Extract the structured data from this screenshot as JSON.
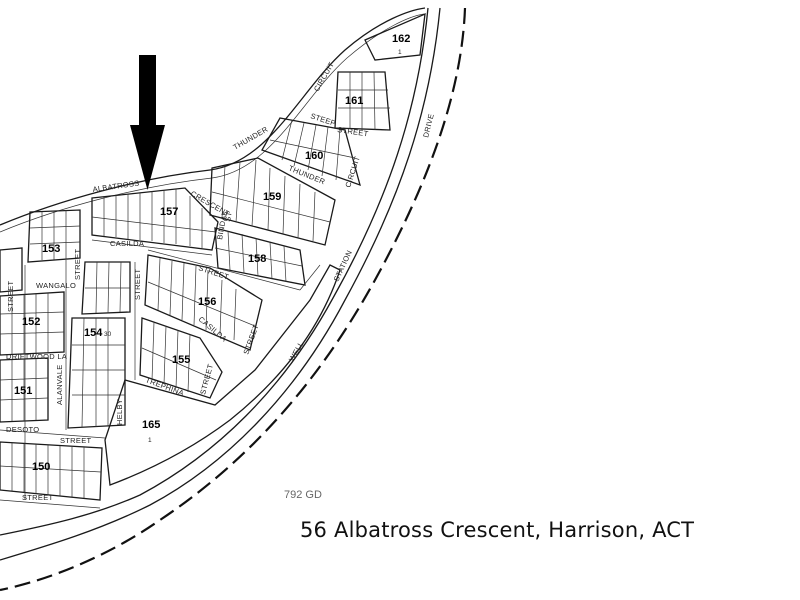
{
  "caption": "56 Albatross Crescent, Harrison, ACT",
  "section_code": "792 GD",
  "streets": {
    "albatross": "ALBATROSS",
    "crescent": "CRESCENT",
    "casilda": "CASILDA",
    "casilda2": "CASILDA",
    "thunder": "THUNDER",
    "thunder2": "THUNDER",
    "circuit": "CIRCUIT",
    "circuit2": "CIRCUIT",
    "steep": "STEEP",
    "street_steep": "STREET",
    "street_casilda": "STREET",
    "street_left": "STREET",
    "street_mid": "STREET",
    "street_left2": "STREET",
    "street_156": "STREET",
    "street_155": "STREET",
    "street_desoto": "STREET",
    "street_bottom": "STREET",
    "bindjal": "BINDAK",
    "st_short": "ST",
    "well": "WELL",
    "station": "STATION",
    "drive": "DRIVE",
    "wangalo": "WANGALO",
    "driftwood": "DRIFTWOOD LA",
    "alanvale": "ALANVALE",
    "helby": "HELBY",
    "trephina": "TREPHINA",
    "desoto": "DESOTO"
  },
  "blocks": {
    "b162": "162",
    "b161": "161",
    "b160": "160",
    "b159": "159",
    "b157": "157",
    "b158": "158",
    "b153": "153",
    "b156": "156",
    "b152": "152",
    "b154": "154",
    "b155": "155",
    "b151": "151",
    "b165": "165",
    "b150": "150"
  },
  "block_sub": {
    "s162": "1",
    "s165": "1",
    "s154": "30"
  },
  "arrow": {
    "color": "#000000",
    "points_to": "56 Albatross Crescent"
  }
}
